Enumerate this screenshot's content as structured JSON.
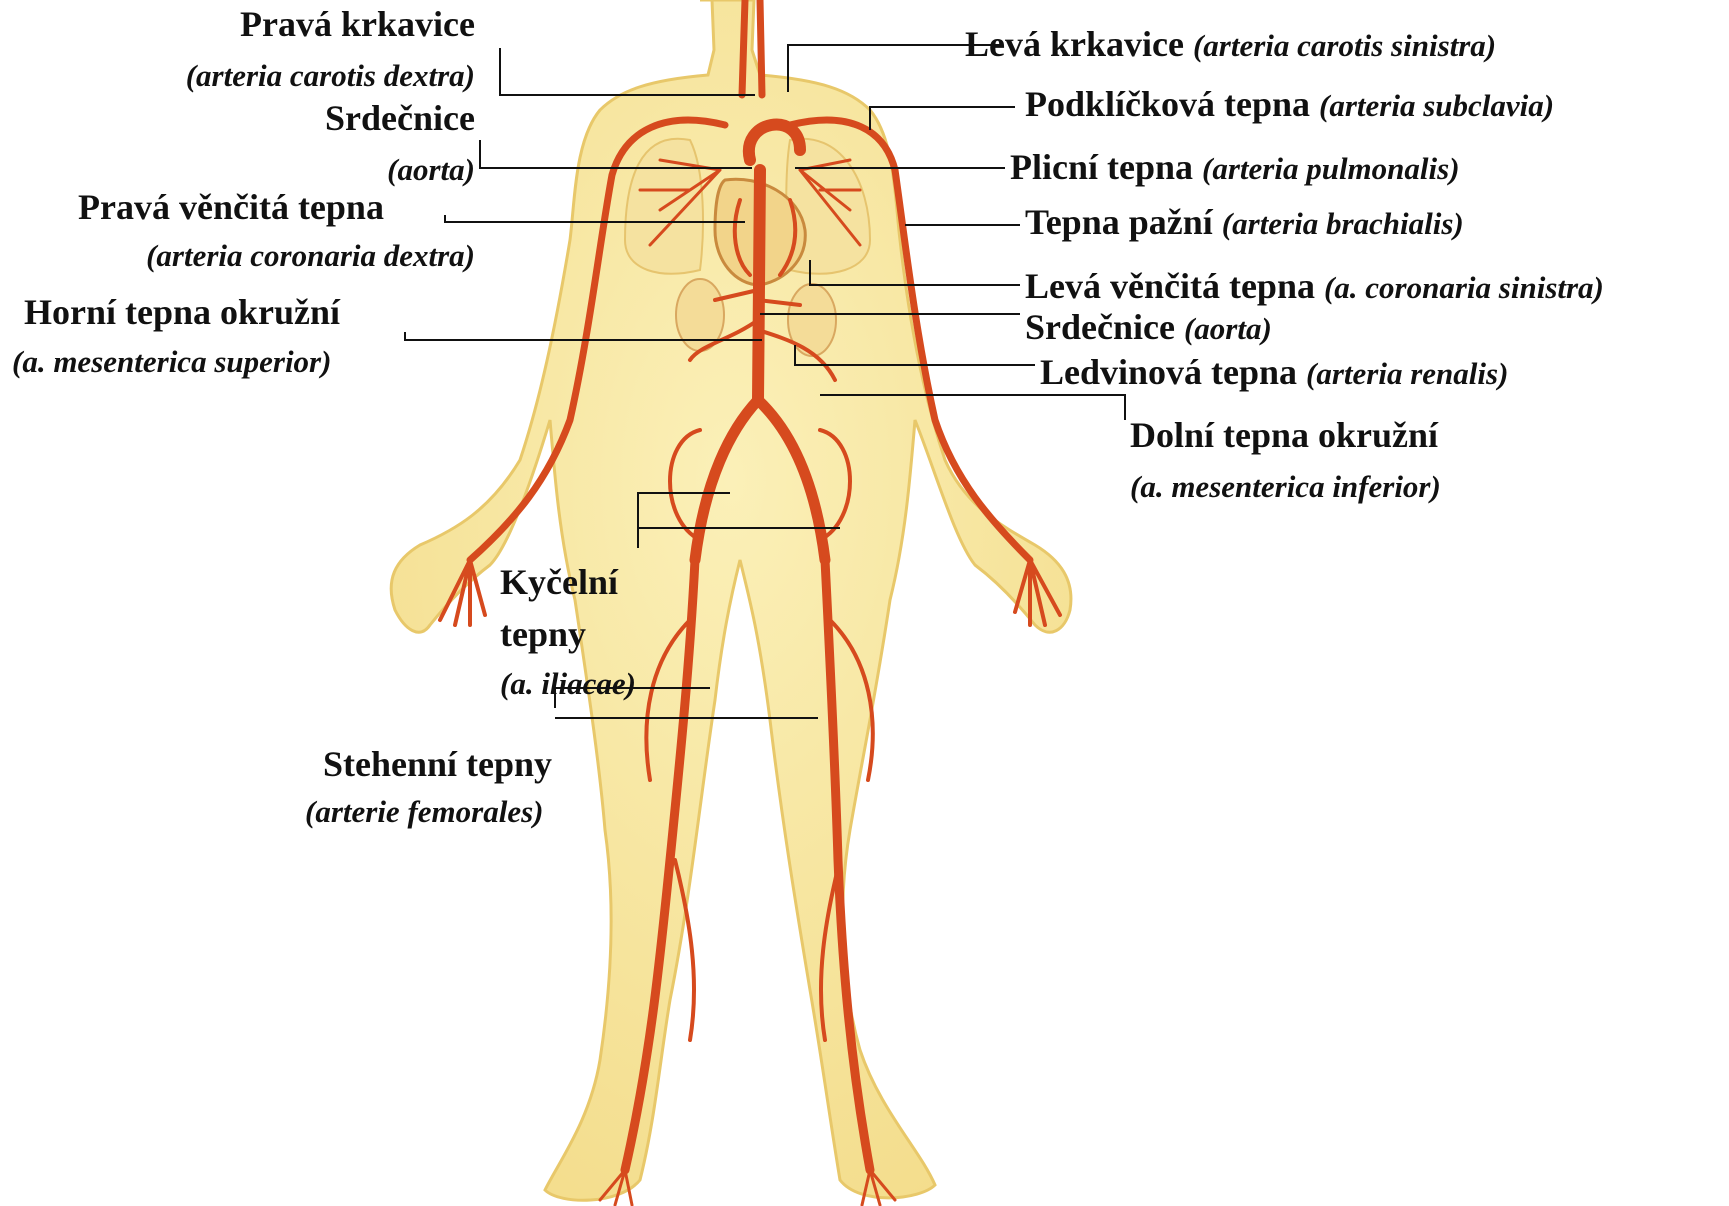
{
  "labels": {
    "prava_krkavice": "Pravá krkavice",
    "prava_krkavice_lat": "(arteria carotis dextra)",
    "srdecnice_top": "Srdečnice",
    "srdecnice_top_lat": "(aorta)",
    "prava_vencita": "Pravá věnčitá tepna",
    "prava_vencita_lat": "(arteria coronaria dextra)",
    "horni_okruzni": "Horní tepna okružní",
    "horni_okruzni_lat": "(a. mesenterica superior)",
    "leva_krkavice": "Levá krkavice",
    "leva_krkavice_lat": "(arteria carotis sinistra)",
    "podklickova": "Podklíčková tepna",
    "podklickova_lat": "(arteria subclavia)",
    "plicni": "Plicní tepna",
    "plicni_lat": "(arteria pulmonalis)",
    "pazni": "Tepna pažní",
    "pazni_lat": "(arteria brachialis)",
    "leva_vencita": "Levá věnčitá tepna",
    "leva_vencita_lat": "(a. coronaria sinistra)",
    "srdecnice_mid": "Srdečnice",
    "srdecnice_mid_lat": "(aorta)",
    "ledvinova": "Ledvinová tepna",
    "ledvinova_lat": "(arteria renalis)",
    "dolni_okruzni": "Dolní tepna okružní",
    "dolni_okruzni_lat": "(a. mesenterica inferior)",
    "kycelni_1": "Kyčelní",
    "kycelni_2": "tepny",
    "kycelni_lat": "(a. iliacae)",
    "stehenni": "Stehenní tepny",
    "stehenni_lat": "(arterie femorales)"
  },
  "colors": {
    "body_fill": "#f7e7a0",
    "body_edge": "#efd27a",
    "artery": "#d64a1e",
    "artery_dark": "#b5321a"
  }
}
